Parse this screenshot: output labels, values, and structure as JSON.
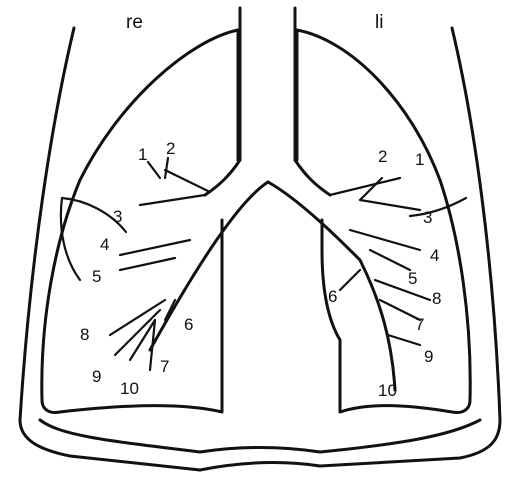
{
  "sides": {
    "right": "re",
    "left": "li"
  },
  "segments": {
    "right": [
      "1",
      "2",
      "3",
      "4",
      "5",
      "6",
      "7",
      "8",
      "9",
      "10"
    ],
    "left": [
      "1",
      "2",
      "3",
      "4",
      "5",
      "6",
      "7",
      "8",
      "9",
      "10"
    ]
  }
}
